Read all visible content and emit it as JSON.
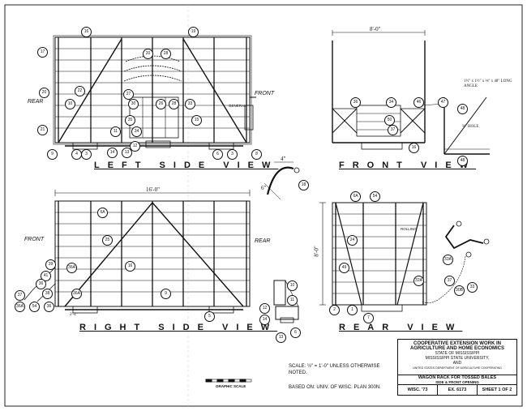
{
  "views": {
    "left_side": "LEFT SIDE VIEW",
    "front": "FRONT VIEW",
    "right_side": "RIGHT SIDE VIEW",
    "rear": "REAR VIEW"
  },
  "labels": {
    "rear_left": "REAR",
    "front_left": "FRONT",
    "front_right": "FRONT",
    "rear_right": "REAR"
  },
  "dimensions": {
    "front_width": "8'-0\"",
    "rs_length": "16'-0\"",
    "rear_height": "8'-0\"",
    "hook_4": "4\"",
    "hook_6": "6\"",
    "angle_spec": "1½\" x 1½\" x ⅛\" x 48\" LONG ANGLE",
    "hole": "⅜\" HOLE",
    "rs_sub": "2'-4\""
  },
  "notes": {
    "scale": "SCALE: ½\" = 1'-0\" UNLESS OTHERWISE NOTED.",
    "based_on": "BASED ON: UNIV. OF WISC. PLAN 300N.",
    "graphic_scale": "GRAPHIC SCALE"
  },
  "title_block": {
    "line1": "COOPERATIVE EXTENSION WORK IN",
    "line2": "AGRICULTURE AND HOME ECONOMICS",
    "line3": "STATE OF MISSISSIPPI",
    "line4": "MISSISSIPPI STATE UNIVERSITY,",
    "line5": "AND",
    "line6": "UNITED STATES DEPARTMENT OF AGRICULTURE COOPERATING",
    "wagon_title": "WAGON RACK FOR TOSSED BALES",
    "wagon_sub": "SIDE & FRONT OPENING",
    "wisc": "WISC. '73",
    "ex": "EX. 6173",
    "sheet": "SHEET 1 OF 2"
  },
  "callouts": {
    "c16": "16",
    "c19": "19",
    "c17": "17",
    "c20": "20",
    "c28": "28",
    "c22": "22",
    "c10": "10",
    "c21": "21",
    "c26": "26",
    "c27": "27",
    "c30": "30",
    "c33": "33",
    "c34": "34",
    "c11": "11",
    "c12": "12",
    "c9": "9",
    "c4": "4",
    "c3": "3",
    "c14": "14",
    "c13": "13",
    "c6": "6",
    "c8": "8",
    "c15": "15",
    "c35": "35",
    "c50": "50",
    "c37": "37",
    "c46": "46",
    "c47": "47",
    "c48": "48",
    "c18": "18",
    "c6a": "6A",
    "c25": "25",
    "c5": "5",
    "c36": "36",
    "c41": "41",
    "c38": "38",
    "c39": "39",
    "c36a": "36A",
    "c54": "54",
    "c24": "24",
    "c49": "49",
    "c32a": "32A",
    "c1": "1",
    "c2": "2",
    "c7": "7",
    "c33a": "33A",
    "c30b": "30B"
  },
  "rear_label": "ROLLING",
  "left_side_label": "GENERAL"
}
